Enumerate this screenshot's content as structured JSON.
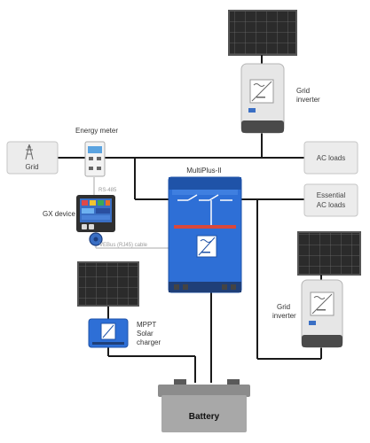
{
  "labels": {
    "grid": "Grid",
    "energy_meter": "Energy meter",
    "rs485": "RS-485",
    "gx_device": "GX device",
    "vebus_cable": "VEBus (RJ45) cable",
    "multiplus": "MultiPlus-II",
    "grid_inverter_top_line1": "Grid",
    "grid_inverter_top_line2": "inverter",
    "ac_loads": "AC loads",
    "essential_line1": "Essential",
    "essential_line2": "AC loads",
    "grid_inverter_bottom_line1": "Grid",
    "grid_inverter_bottom_line2": "inverter",
    "mppt_line1": "MPPT",
    "mppt_line2": "Solar",
    "mppt_line3": "charger",
    "battery": "Battery"
  },
  "colors": {
    "line": "#1a1a1a",
    "cable": "#bbbbbb",
    "panel": "#2b2b2b",
    "panel_frame": "#555555",
    "box_fill": "#ececec",
    "box_stroke": "#c6c6c6",
    "multiplus_blue": "#2e6fd6",
    "inverter_grey": "#e6e6e6",
    "battery_grey": "#a8a8a8",
    "accent_red": "#d9483b"
  }
}
